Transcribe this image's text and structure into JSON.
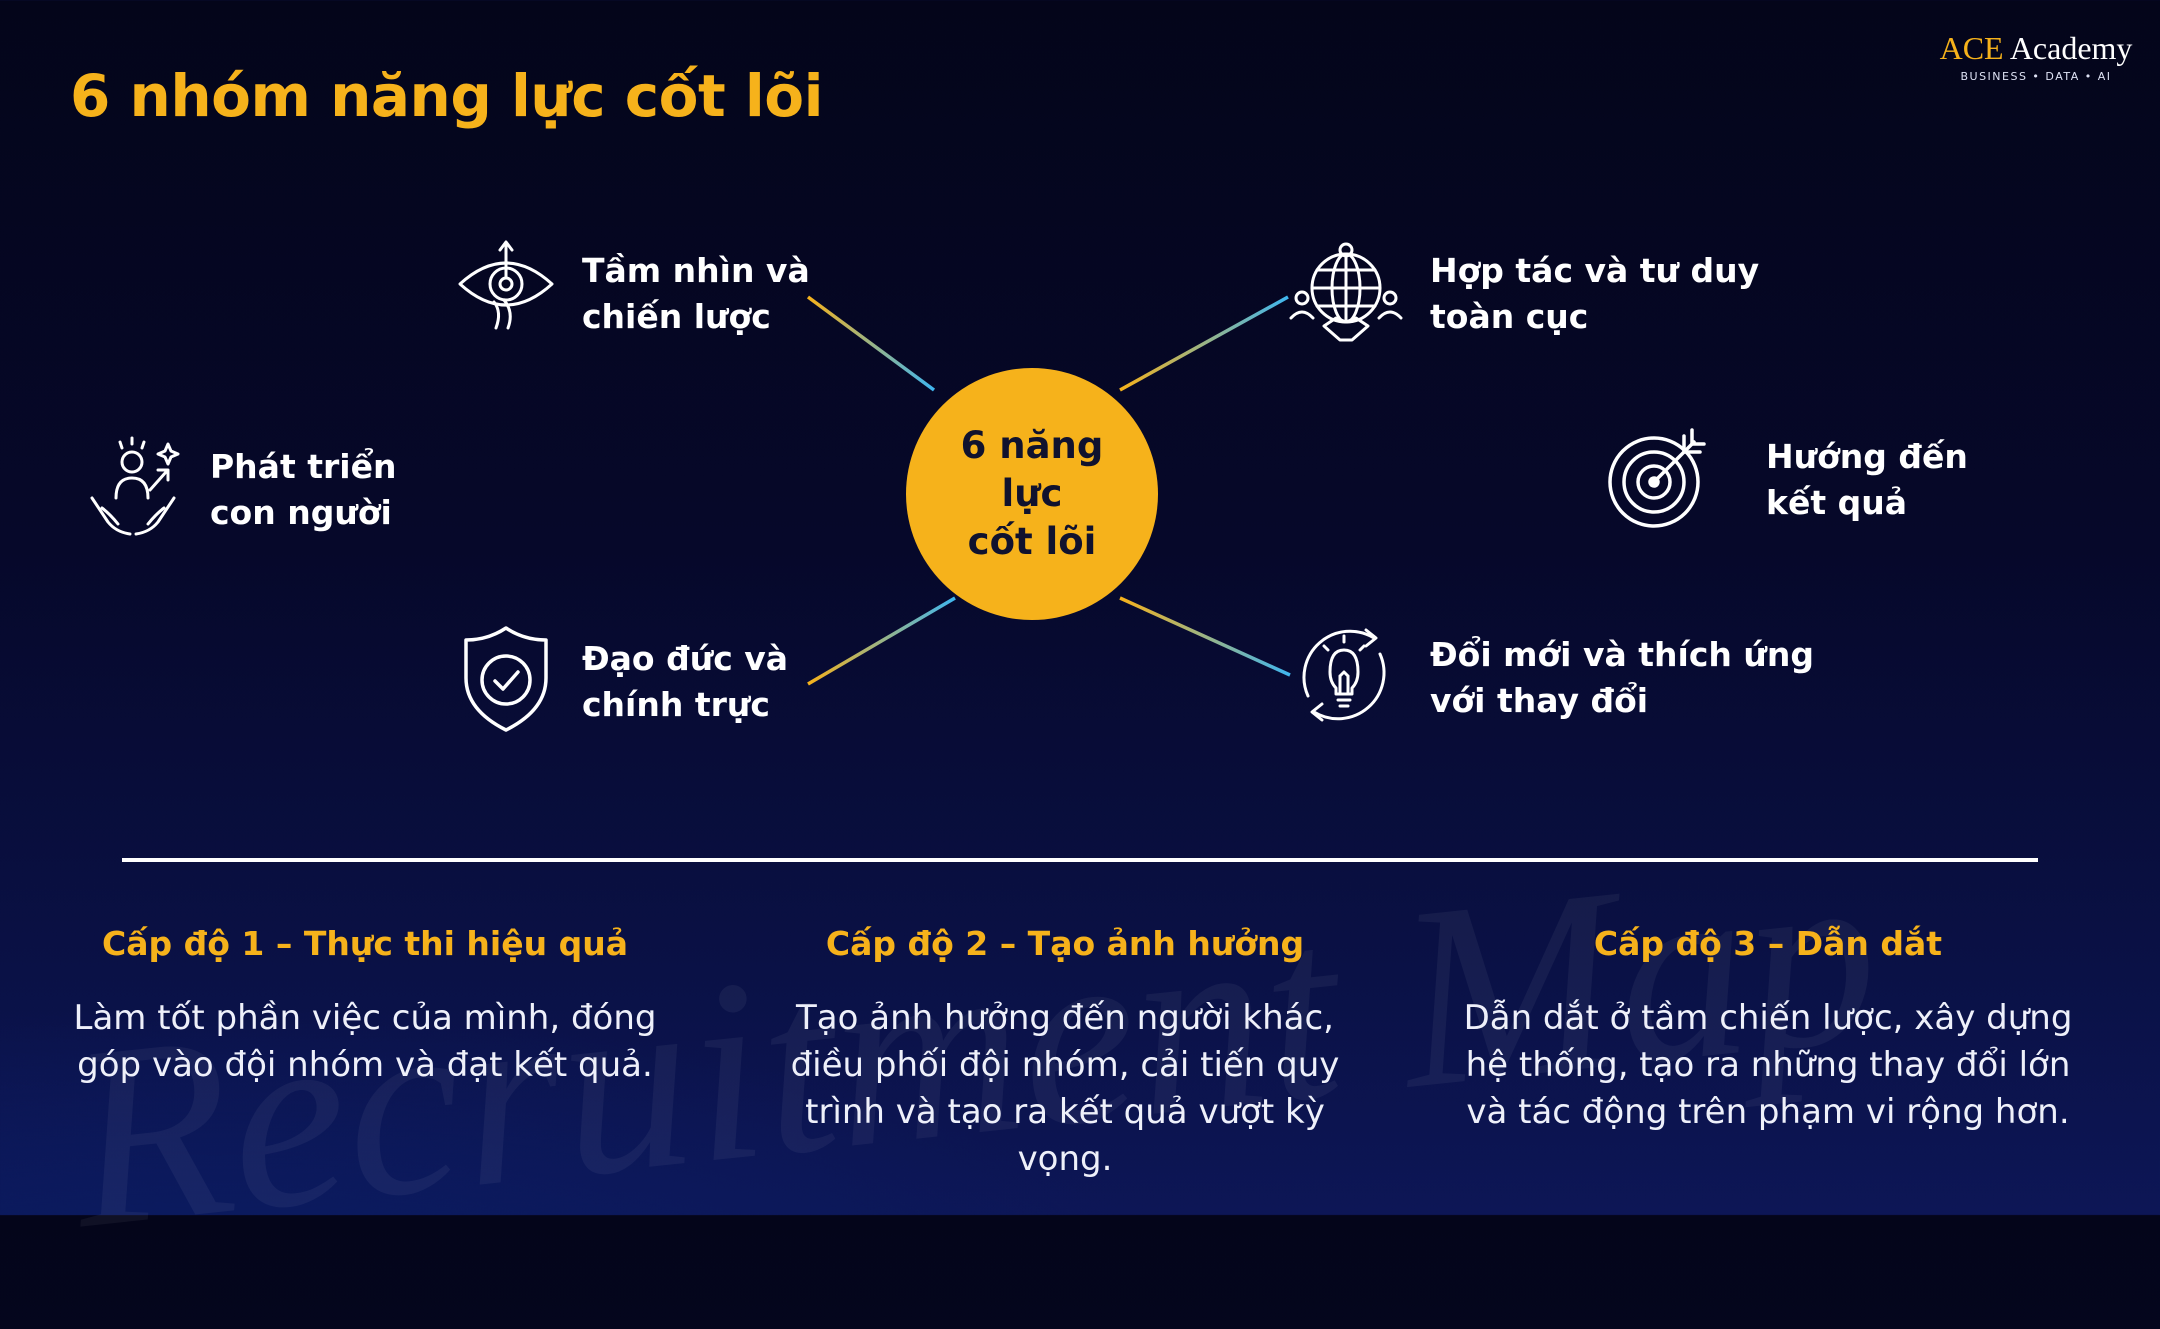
{
  "header": {
    "title": "6 nhóm năng lực cốt lõi",
    "brand_ace": "ACE",
    "brand_rest": " Academy",
    "brand_tagline": "BUSINESS • DATA • AI"
  },
  "hub": {
    "label": "6 năng lực\ncốt lõi"
  },
  "competencies": [
    {
      "icon": "eye-vision-icon",
      "label": "Tầm nhìn và\nchiến lược"
    },
    {
      "icon": "global-handshake-icon",
      "label": "Hợp tác và tư duy\ntoàn cục"
    },
    {
      "icon": "person-growth-icon",
      "label": "Phát triển\ncon người"
    },
    {
      "icon": "target-arrow-icon",
      "label": "Hướng đến\nkết quả"
    },
    {
      "icon": "shield-check-icon",
      "label": "Đạo đức và\nchính trực"
    },
    {
      "icon": "lightbulb-cycle-icon",
      "label": "Đổi mới và thích ứng\nvới thay đổi"
    }
  ],
  "levels": [
    {
      "title": "Cấp độ 1 – Thực thi hiệu quả",
      "desc": "Làm tốt phần việc của mình, đóng góp vào đội nhóm và đạt kết quả."
    },
    {
      "title": "Cấp độ 2 – Tạo ảnh hưởng",
      "desc": "Tạo ảnh hưởng đến người khác, điều phối đội nhóm, cải tiến quy trình và tạo ra kết quả vượt kỳ vọng."
    },
    {
      "title": "Cấp độ 3 – Dẫn dắt",
      "desc": "Dẫn dắt ở tầm chiến lược, xây dựng hệ thống, tạo ra những thay đổi lớn và tác động trên phạm vi rộng hơn."
    }
  ],
  "colors": {
    "accent": "#f6b21b",
    "line_blue": "#3fb6f0",
    "background": "#06082a"
  }
}
